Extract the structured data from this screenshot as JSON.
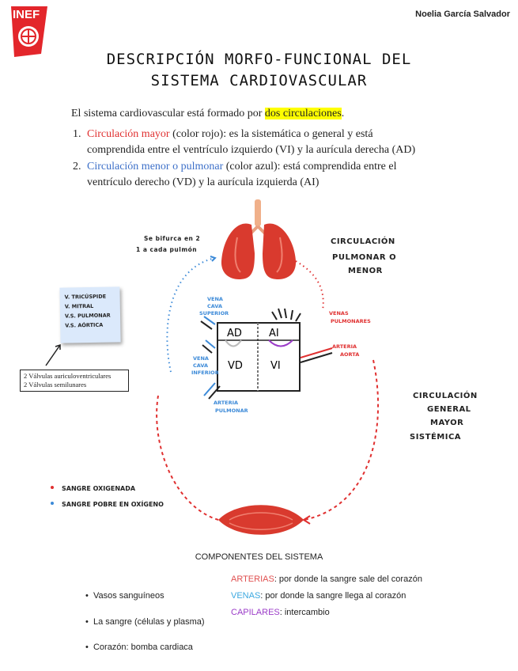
{
  "header": {
    "logo_text": "INEF",
    "author": "Noelia García Salvador"
  },
  "title": {
    "line1": "DESCRIPCIÓN MORFO-FUNCIONAL DEL",
    "line2": "SISTEMA CARDIOVASCULAR"
  },
  "intro": {
    "before": "El sistema cardiovascular está formado por ",
    "highlight": "dos circulaciones",
    "after": "."
  },
  "list": [
    {
      "num": "1.",
      "name": "Circulación mayor",
      "line1": " (color rojo): es la sistemática o general y está",
      "line2": "comprendida entre el ventrículo izquierdo (VI) y la aurícula derecha (AD)"
    },
    {
      "num": "2.",
      "name": "Circulación menor o pulmonar",
      "line1": " (color azul): está comprendida entre el",
      "line2": "ventrículo derecho (VD) y la aurícula izquierda (AI)"
    }
  ],
  "diagram": {
    "bifurca_line1": "Se bifurca en 2",
    "bifurca_line2": "1 a cada pulmón",
    "circ_menor": [
      "CIRCULACIÓN",
      "PULMONAR O",
      "MENOR"
    ],
    "circ_mayor": [
      "CIRCULACIÓN",
      "GENERAL",
      "MAYOR",
      "SISTÉMICA"
    ],
    "vena_cava_sup": [
      "VENA",
      "CAVA",
      "SUPERIOR"
    ],
    "vena_cava_inf": [
      "VENA",
      "CAVA",
      "INFERIOR"
    ],
    "venas_pulmonares": [
      "VENAS",
      "PULMONARES"
    ],
    "arteria_aorta": [
      "ARTERIA",
      "AORTA"
    ],
    "arteria_pulmonar": [
      "ARTERIA",
      "PULMONAR"
    ],
    "chambers": {
      "ad": "AD",
      "ai": "AI",
      "vd": "VD",
      "vi": "VI"
    },
    "note": [
      "V. TRICÚSPIDE",
      "V. MITRAL",
      "V.S. PULMONAR",
      "V.S. AÓRTICA"
    ],
    "valves_box": [
      "2 Válvulas auriculoventriculares",
      "2 Válvulas semilunares"
    ],
    "legend_red": "SANGRE OXIGENADA",
    "legend_blue": "SANGRE POBRE EN OXÍGENO",
    "colors": {
      "red": "#e03030",
      "blue": "#3c8ad8",
      "purple": "#9b3cc8",
      "highlight": "#ffff00"
    }
  },
  "components": {
    "title": "COMPONENTES DEL SISTEMA",
    "vasos": "Vasos sanguíneos",
    "arterias_name": "ARTERIAS",
    "arterias_text": ": por donde la sangre sale del corazón",
    "venas_name": "VENAS",
    "venas_text": ": por donde la sangre llega al corazón",
    "capilares_name": "CAPILARES",
    "capilares_text": ": intercambio",
    "sangre": "La sangre (células y plasma)",
    "corazon": "Corazón: bomba cardiaca"
  }
}
